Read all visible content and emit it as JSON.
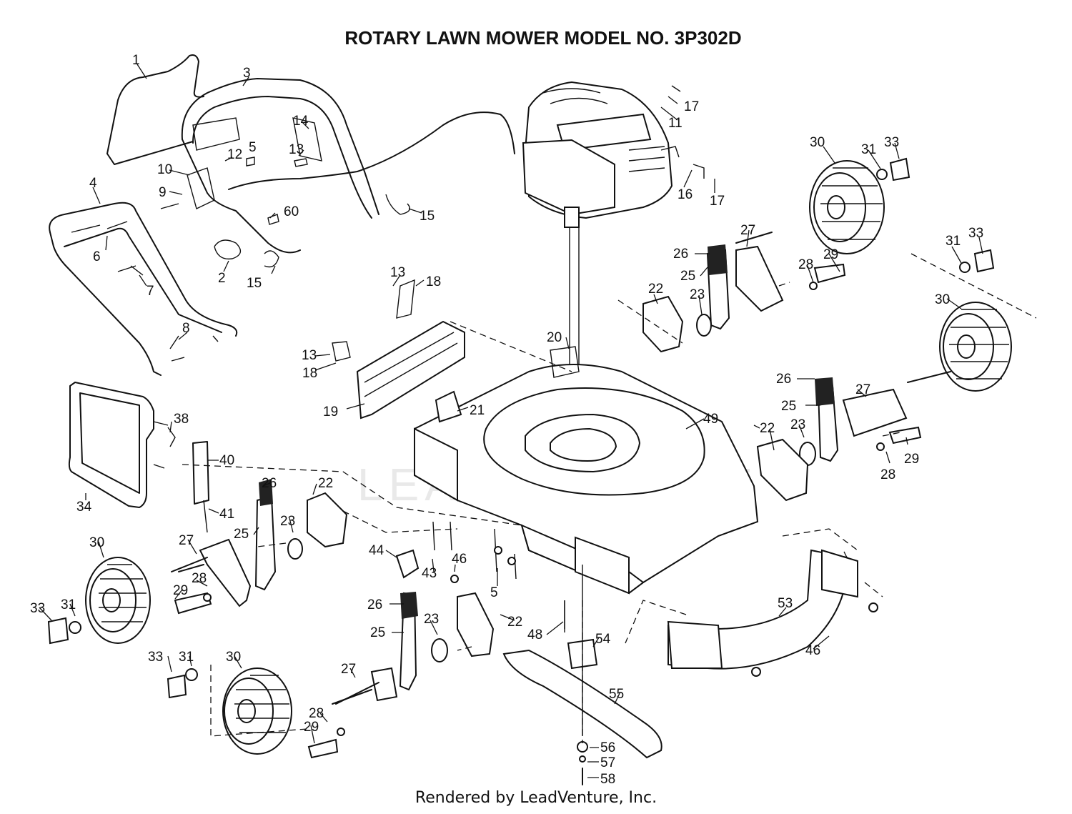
{
  "title": "ROTARY LAWN MOWER MODEL NO.  3P302D",
  "footer": "Rendered by LeadVenture, Inc.",
  "watermark": "LEADVENTURE",
  "callouts": [
    "1",
    "2",
    "3",
    "4",
    "5",
    "5",
    "5",
    "6",
    "7",
    "8",
    "9",
    "10",
    "11",
    "12",
    "13",
    "13",
    "13",
    "14",
    "15",
    "15",
    "16",
    "17",
    "17",
    "18",
    "18",
    "19",
    "20",
    "21",
    "22",
    "22",
    "22",
    "22",
    "23",
    "23",
    "23",
    "23",
    "25",
    "25",
    "25",
    "25",
    "26",
    "26",
    "26",
    "26",
    "27",
    "27",
    "27",
    "27",
    "28",
    "28",
    "28",
    "28",
    "29",
    "29",
    "29",
    "29",
    "30",
    "30",
    "30",
    "30",
    "31",
    "31",
    "31",
    "31",
    "33",
    "33",
    "33",
    "33",
    "34",
    "38",
    "40",
    "41",
    "43",
    "44",
    "46",
    "46",
    "48",
    "49",
    "53",
    "54",
    "55",
    "56",
    "57",
    "58",
    "60"
  ]
}
